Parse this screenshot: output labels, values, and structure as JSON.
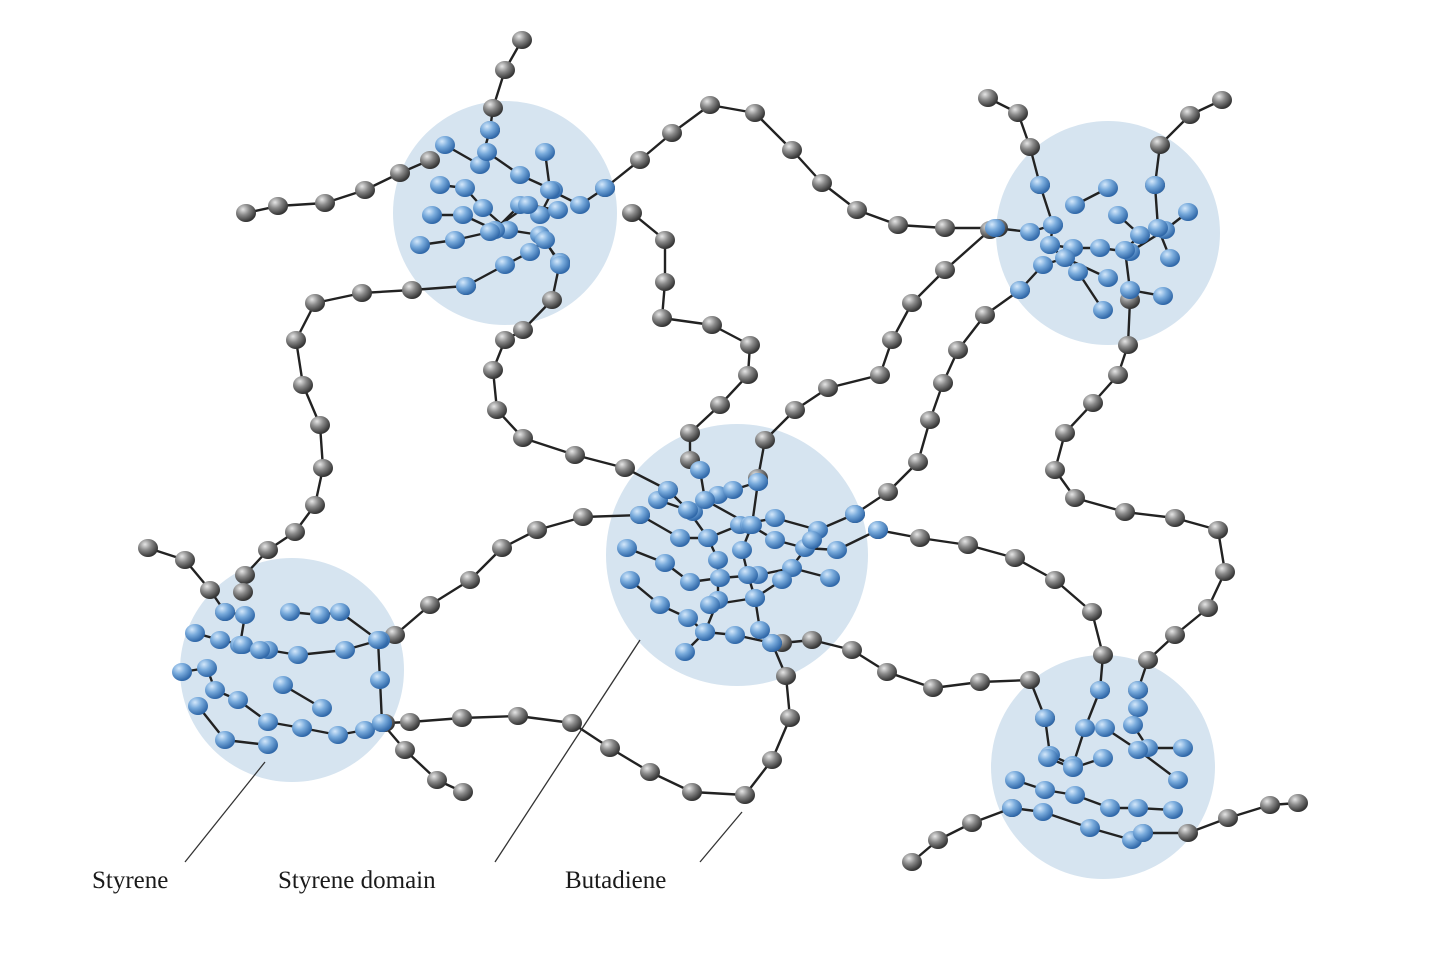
{
  "labels": {
    "styrene": "Styrene",
    "styrene_domain": "Styrene domain",
    "butadiene": "Butadiene"
  },
  "colors": {
    "domain_fill": "#d6e4f0",
    "styrene_bead": "#5b95cf",
    "butadiene_bead": "#6e6e6e",
    "chain_line": "#222222"
  },
  "legend_items": [
    "styrene-bead-icon",
    "styrene-domain-circle",
    "butadiene-bead-icon"
  ]
}
